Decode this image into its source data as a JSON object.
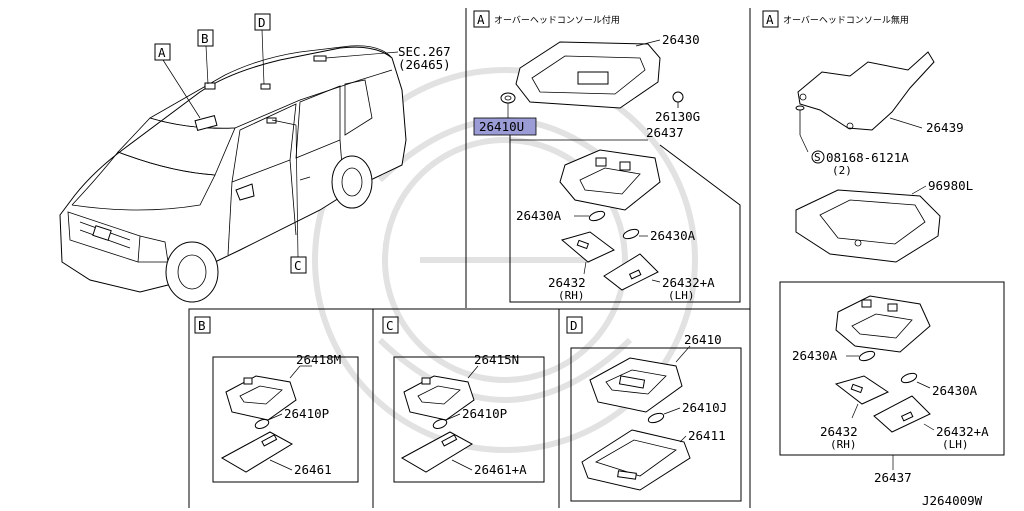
{
  "diagram_id": "J264009W",
  "vehicle": {
    "callouts": [
      "A",
      "B",
      "D",
      "C"
    ],
    "sec_ref_line1": "SEC.267",
    "sec_ref_line2": "(26465)"
  },
  "panel_a_with": {
    "letter": "A",
    "caption": "オーバーヘッドコンソール付用",
    "parts": {
      "p26430": "26430",
      "p26410u": "26410U",
      "p26130g": "26130G",
      "p26437": "26437",
      "p26430a_l": "26430A",
      "p26430a_r": "26430A",
      "p26432": "26432",
      "p26432_sub": "(RH)",
      "p26432a": "26432+A",
      "p26432a_sub": "(LH)"
    },
    "highlight_color": "#9b9bd6"
  },
  "panel_a_without": {
    "letter": "A",
    "caption": "オーバーヘッドコンソール無用",
    "parts": {
      "p26439": "26439",
      "bolt": "08168-6121A",
      "bolt_qty": "(2)",
      "bolt_symbol": "S",
      "p96980l": "96980L",
      "p26430a_l": "26430A",
      "p26430a_r": "26430A",
      "p26432": "26432",
      "p26432_sub": "(RH)",
      "p26432a": "26432+A",
      "p26432a_sub": "(LH)",
      "p26437": "26437"
    }
  },
  "panel_b": {
    "letter": "B",
    "parts": {
      "p26418m": "26418M",
      "p26410p": "26410P",
      "p26461": "26461"
    }
  },
  "panel_c": {
    "letter": "C",
    "parts": {
      "p26415n": "26415N",
      "p26410p": "26410P",
      "p26461a": "26461+A"
    }
  },
  "panel_d": {
    "letter": "D",
    "parts": {
      "p26410": "26410",
      "p26410j": "26410J",
      "p26411": "26411"
    }
  }
}
